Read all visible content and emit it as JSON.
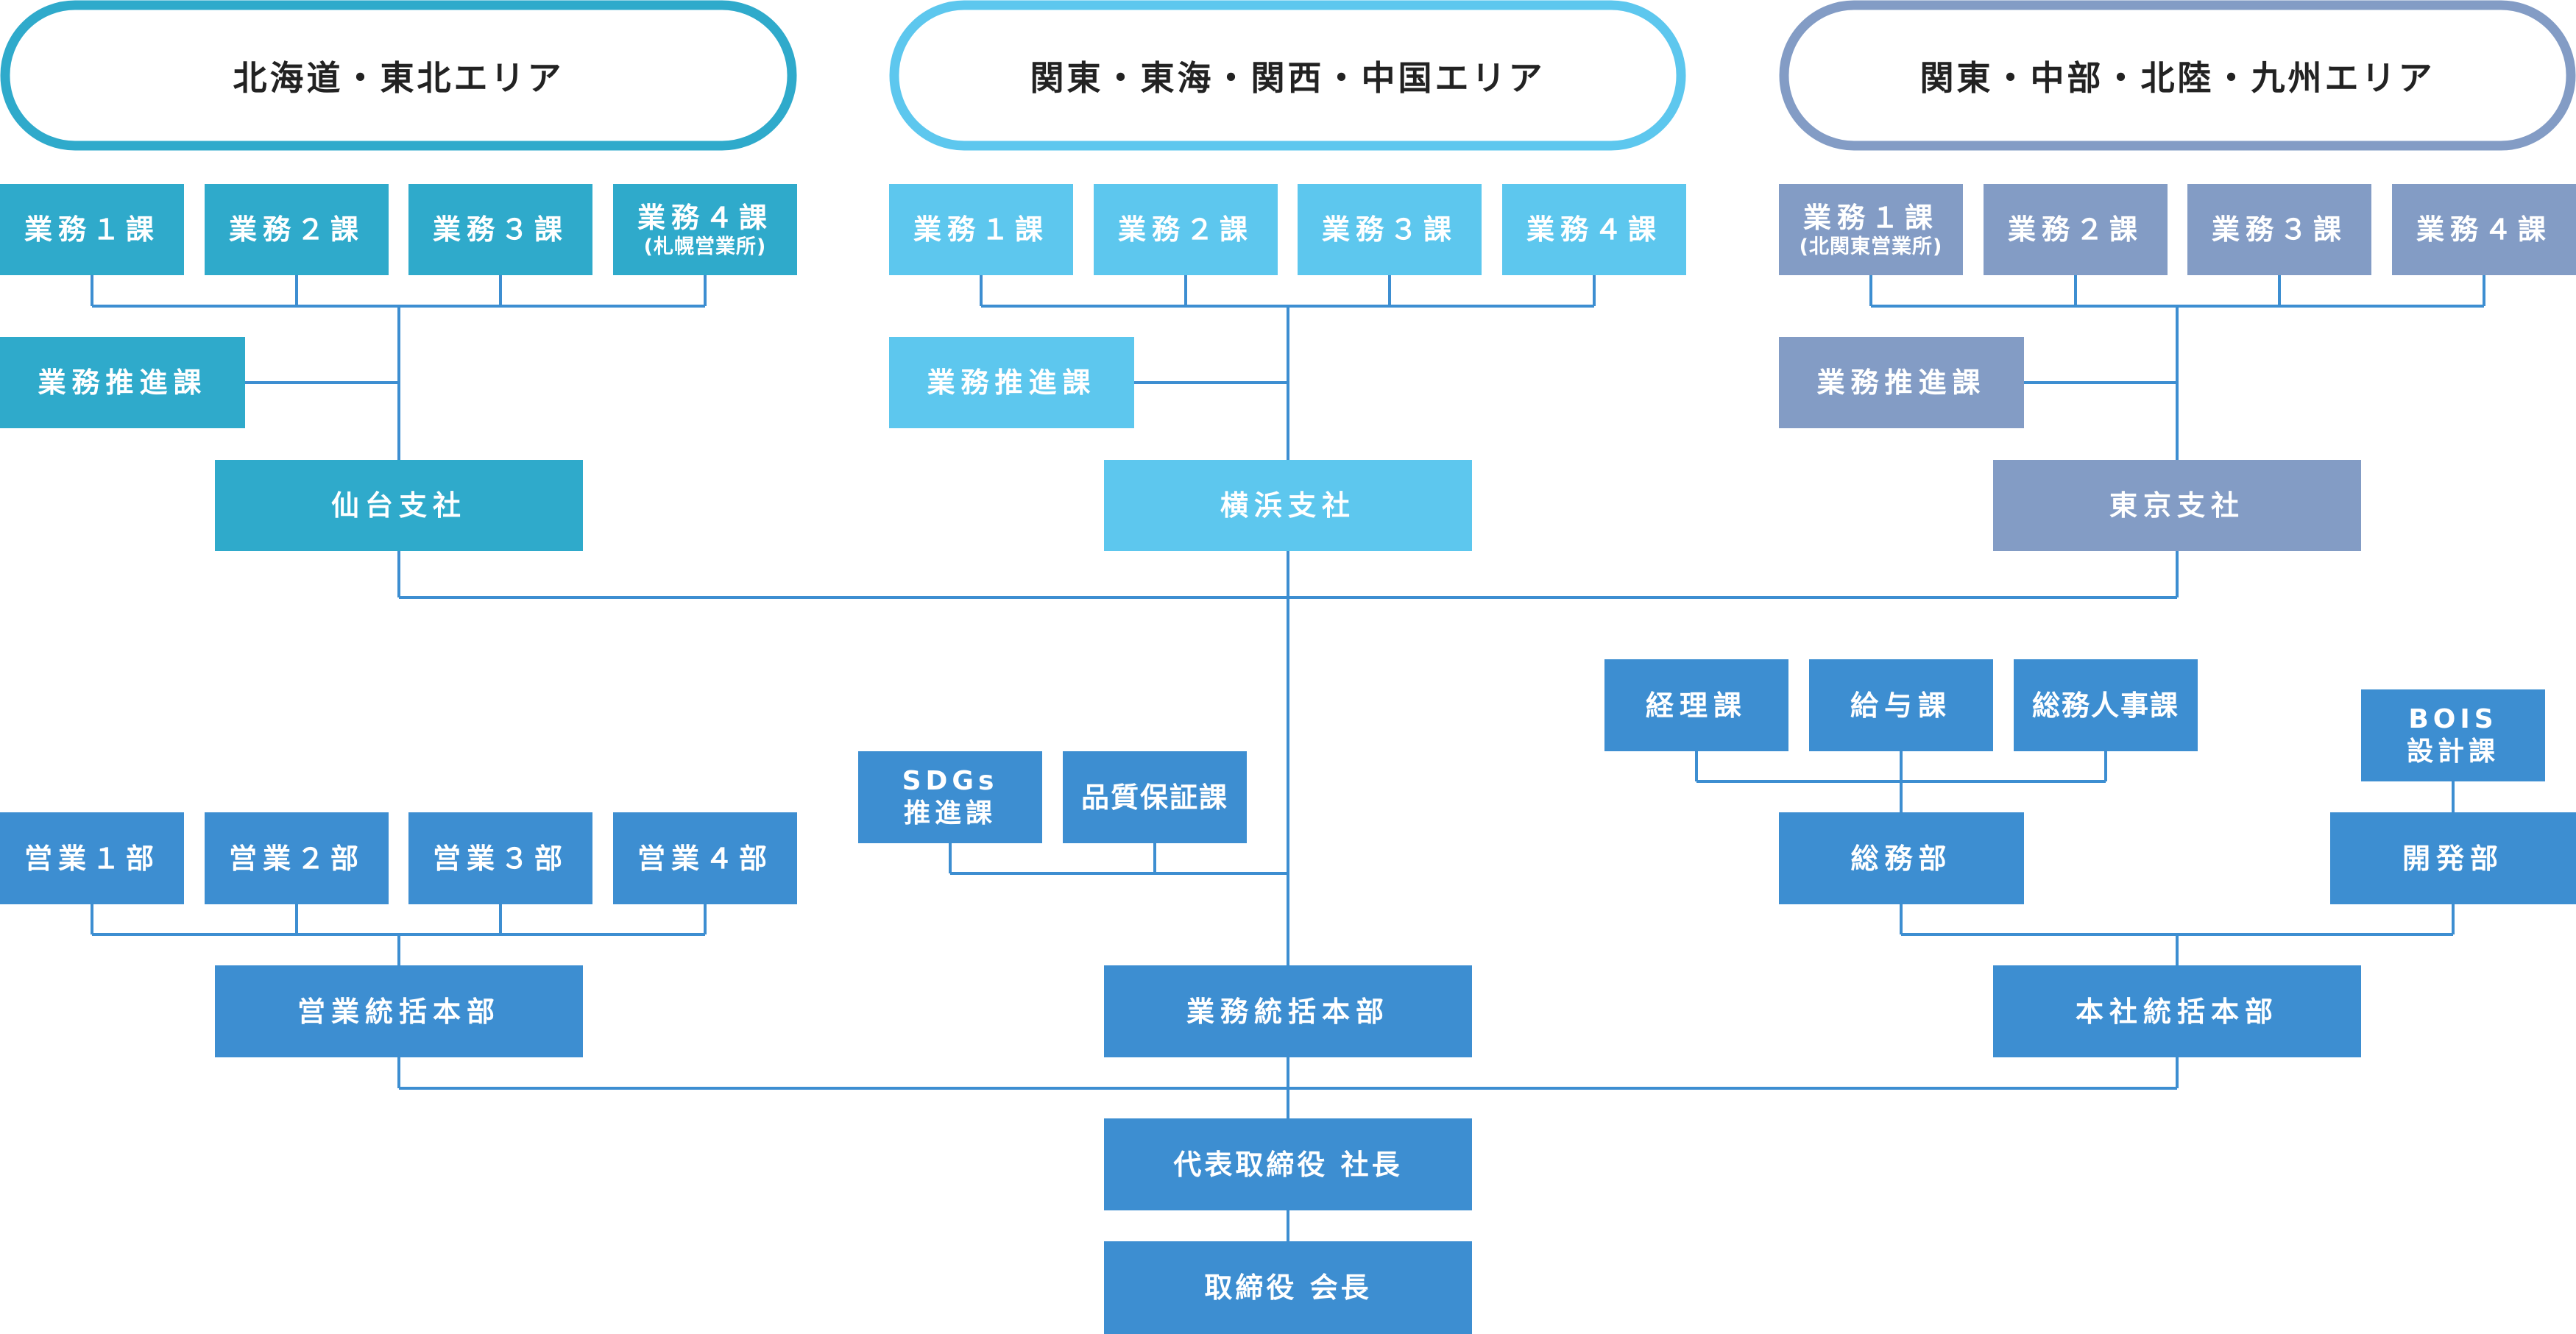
{
  "colors": {
    "hokkaido": "#2FAACB",
    "kanto_tokai": "#5DC7EE",
    "kanto_chubu": "#839CC5",
    "hq": "#3D8ED1",
    "line": "#3D8ED1"
  },
  "areas": {
    "hokkaido_tohoku": "北海道・東北エリア",
    "kanto_tokai_kansai_chugoku": "関東・東海・関西・中国エリア",
    "kanto_chubu_hokuriku_kyushu": "関東・中部・北陸・九州エリア"
  },
  "sendai": {
    "sec1": "業務１課",
    "sec2": "業務２課",
    "sec3": "業務３課",
    "sec4": "業務４課",
    "sec4_note": "(札幌営業所)",
    "promotion": "業務推進課",
    "branch": "仙台支社"
  },
  "yokohama": {
    "sec1": "業務１課",
    "sec2": "業務２課",
    "sec3": "業務３課",
    "sec4": "業務４課",
    "promotion": "業務推進課",
    "branch": "横浜支社"
  },
  "tokyo": {
    "sec1": "業務１課",
    "sec1_note": "(北関東営業所)",
    "sec2": "業務２課",
    "sec3": "業務３課",
    "sec4": "業務４課",
    "promotion": "業務推進課",
    "branch": "東京支社"
  },
  "sales": {
    "dept1": "営業１部",
    "dept2": "営業２部",
    "dept3": "営業３部",
    "dept4": "営業４部",
    "hq": "営業統括本部"
  },
  "operations": {
    "sdgs_line1": "SDGs",
    "sdgs_line2": "推進課",
    "quality": "品質保証課",
    "hq": "業務統括本部"
  },
  "general_affairs": {
    "accounting": "経理課",
    "payroll": "給与課",
    "hr": "総務人事課",
    "dept": "総務部"
  },
  "development": {
    "bois_line1": "BOIS",
    "bois_line2": "設計課",
    "dept": "開発部"
  },
  "head_office": {
    "hq": "本社統括本部"
  },
  "executives": {
    "president": "代表取締役 社長",
    "chairman": "取締役 会長"
  }
}
